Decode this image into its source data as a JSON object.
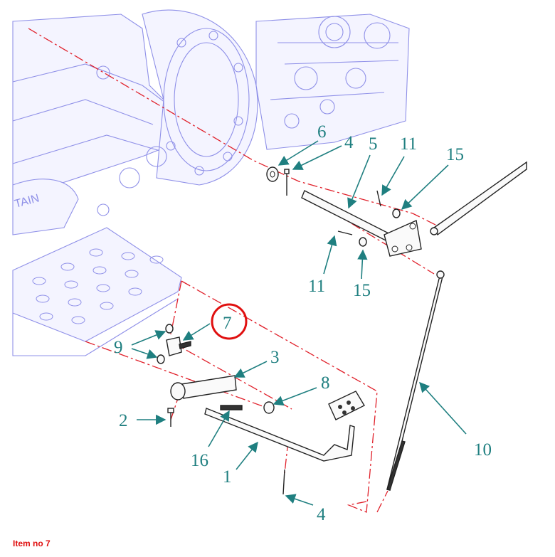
{
  "caption": "Item no 7",
  "callouts": [
    {
      "id": "c6",
      "label": "6"
    },
    {
      "id": "c4a",
      "label": "4"
    },
    {
      "id": "c5",
      "label": "5"
    },
    {
      "id": "c11a",
      "label": "11"
    },
    {
      "id": "c15a",
      "label": "15"
    },
    {
      "id": "c11b",
      "label": "11"
    },
    {
      "id": "c15b",
      "label": "15"
    },
    {
      "id": "c7",
      "label": "7"
    },
    {
      "id": "c9",
      "label": "9"
    },
    {
      "id": "c3",
      "label": "3"
    },
    {
      "id": "c8",
      "label": "8"
    },
    {
      "id": "c2",
      "label": "2"
    },
    {
      "id": "c16",
      "label": "16"
    },
    {
      "id": "c1",
      "label": "1"
    },
    {
      "id": "c4b",
      "label": "4"
    },
    {
      "id": "c10",
      "label": "10"
    }
  ],
  "highlighted_item": "7",
  "colors": {
    "callout": "#1f7f80",
    "engine_outline": "#8f90e8",
    "center_line": "#e0202a",
    "highlight": "#e01010"
  }
}
